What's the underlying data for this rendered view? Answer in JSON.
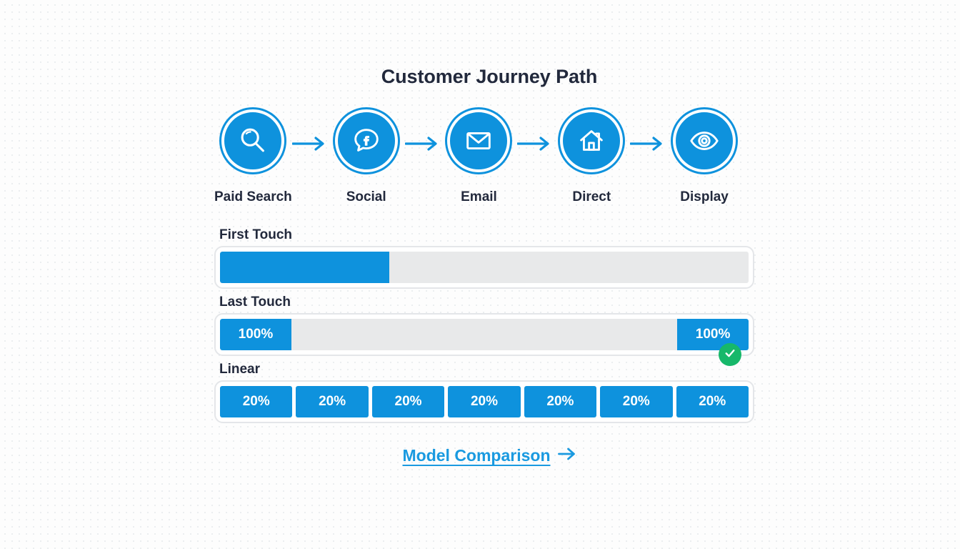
{
  "title": "Customer Journey Path",
  "theme": {
    "accent_blue": "#0e92dd",
    "link_blue": "#1a9ae0",
    "title_navy": "#22293c",
    "track_gray": "#e8e9ea",
    "success_green": "#17b86a",
    "page_background": "#fdfdfd"
  },
  "journey": {
    "nodes": [
      {
        "label": "Paid Search",
        "icon": "magnifier-icon"
      },
      {
        "label": "Social",
        "icon": "facebook-chat-bubble-icon"
      },
      {
        "label": "Email",
        "icon": "envelope-icon"
      },
      {
        "label": "Direct",
        "icon": "home-icon"
      },
      {
        "label": "Display",
        "icon": "eye-icon"
      }
    ],
    "connector_icon": "arrow-right-icon"
  },
  "models": [
    {
      "label": "First Touch",
      "type": "fill",
      "fill_percent": 32,
      "segments": []
    },
    {
      "label": "Last Touch",
      "type": "endpoints",
      "segments": [
        {
          "value": "100%"
        },
        {
          "value": "100%"
        }
      ],
      "selected": true,
      "badge_icon": "check-circle-icon"
    },
    {
      "label": "Linear",
      "type": "equal",
      "segments": [
        {
          "value": "20%"
        },
        {
          "value": "20%"
        },
        {
          "value": "20%"
        },
        {
          "value": "20%"
        },
        {
          "value": "20%"
        },
        {
          "value": "20%"
        },
        {
          "value": "20%"
        }
      ]
    }
  ],
  "footer": {
    "link_text": "Model Comparison",
    "link_icon": "arrow-right-icon"
  }
}
